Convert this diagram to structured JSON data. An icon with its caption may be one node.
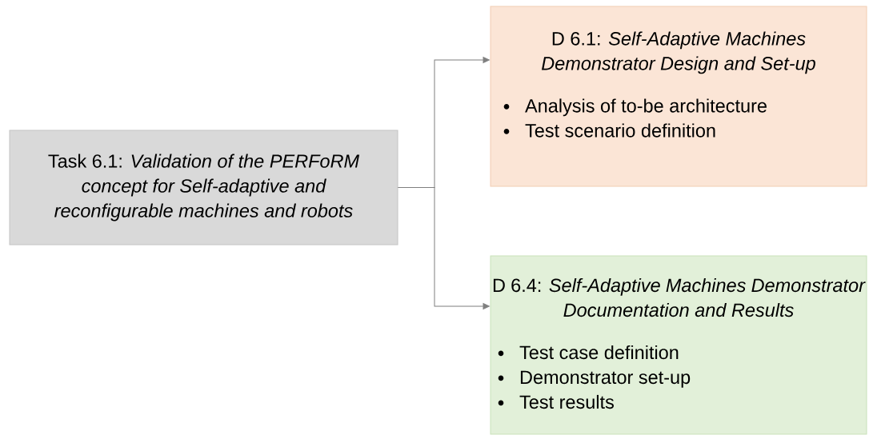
{
  "diagram": {
    "nodes": [
      {
        "text": [
          "Task 6.1: *Validation of the PERFoRM concept for Self-adaptive and reconfigurable machines and robots*"
        ]
      },
      {
        "text": [
          "D 6.1: *Self-Adaptive Machines Demonstrator Design and Set-up*",
          "Analysis of to-be architecture",
          "Test scenario definition"
        ]
      },
      {
        "text": [
          "D 6.4: *Self-Adaptive Machines Demonstrator Documentation and Results*",
          "Test case definition",
          "Demonstrator set-up",
          "Test results"
        ]
      }
    ],
    "edges": [
      {
        "from": 0,
        "to": 1,
        "arrow": "to"
      },
      {
        "from": 0,
        "to": 2,
        "arrow": "to"
      }
    ]
  }
}
